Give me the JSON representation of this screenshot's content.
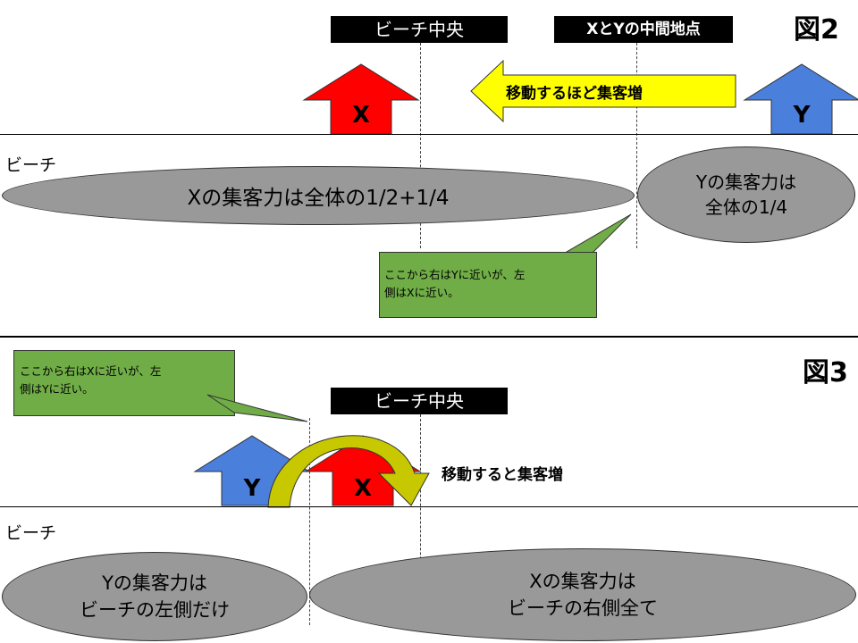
{
  "figure2": {
    "number": "図2",
    "center_label": "ビーチ中央",
    "midpoint_label": "XとYの中間地点",
    "arrow_text": "移動するほど集客増",
    "beach_label": "ビーチ",
    "house_x": "X",
    "house_y": "Y",
    "ellipse_x_text": "Xの集客力は全体の1/2+1/4",
    "ellipse_y_text": "Yの集客力は\n全体の1/4",
    "callout_text": "ここから右はYに近いが、左\n側はXに近い。"
  },
  "figure3": {
    "number": "図3",
    "center_label": "ビーチ中央",
    "arrow_text": "移動すると集客増",
    "beach_label": "ビーチ",
    "house_x": "X",
    "house_y": "Y",
    "ellipse_y_text": "Yの集客力は\nビーチの左側だけ",
    "ellipse_x_text": "Xの集客力は\nビーチの右側全て",
    "callout_text": "ここから右はXに近いが、左\n側はYに近い。"
  },
  "colors": {
    "house_x": "#ff0000",
    "house_y": "#4a7fdc",
    "arrow_yellow": "#ffff00",
    "arrow_olive": "#c8c800",
    "callout_green": "#70ad47",
    "ellipse_gray": "#999999"
  }
}
